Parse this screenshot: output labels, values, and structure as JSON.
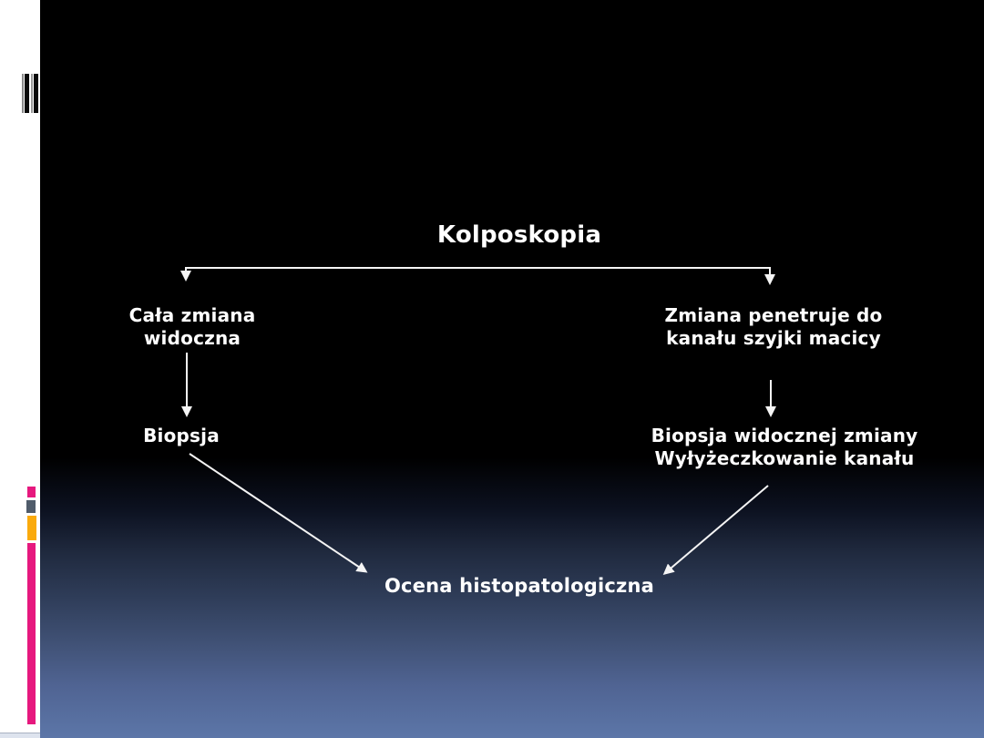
{
  "diagram": {
    "title": "Kolposkopia",
    "left_branch": {
      "condition_line1": "Cała zmiana",
      "condition_line2": "widoczna",
      "action": "Biopsja"
    },
    "right_branch": {
      "condition_line1": "Zmiana penetruje do",
      "condition_line2": "kanału szyjki macicy",
      "action_line1": "Biopsja widocznej zmiany",
      "action_line2": "Wyłyżeczkowanie kanału"
    },
    "outcome": "Ocena histopatologiczna"
  },
  "decorations": {
    "accent_pink": "#e6187e",
    "accent_gray": "#505c6b",
    "accent_orange": "#faaa0d",
    "stripe_black": "#0a0a0a",
    "background_top": "#000000",
    "background_bottom": "#5c76a8",
    "sidebar_color": "#ffffff",
    "text_color": "#ffffff",
    "arrow_color": "#f5f5f5"
  }
}
